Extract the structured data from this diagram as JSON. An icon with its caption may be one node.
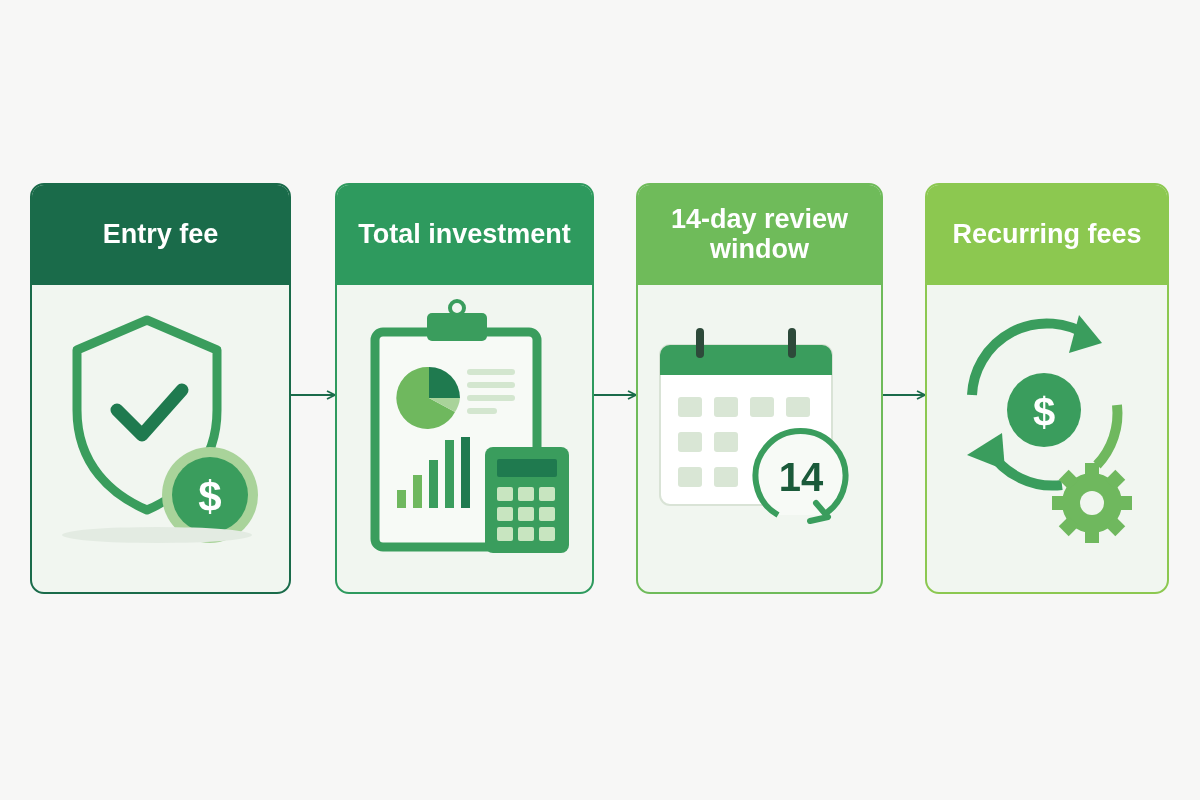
{
  "diagram": {
    "nodes": [
      {
        "text": [
          "Entry fee"
        ]
      },
      {
        "text": [
          "Total investment"
        ]
      },
      {
        "text": [
          "14-day review window"
        ]
      },
      {
        "text": [
          "Recurring fees"
        ]
      }
    ],
    "edges": [
      {
        "from": 0,
        "to": 1,
        "arrow": "to"
      },
      {
        "from": 1,
        "to": 2,
        "arrow": "to"
      },
      {
        "from": 2,
        "to": 3,
        "arrow": "to"
      }
    ],
    "labels": [
      "$",
      "14",
      "$"
    ]
  }
}
